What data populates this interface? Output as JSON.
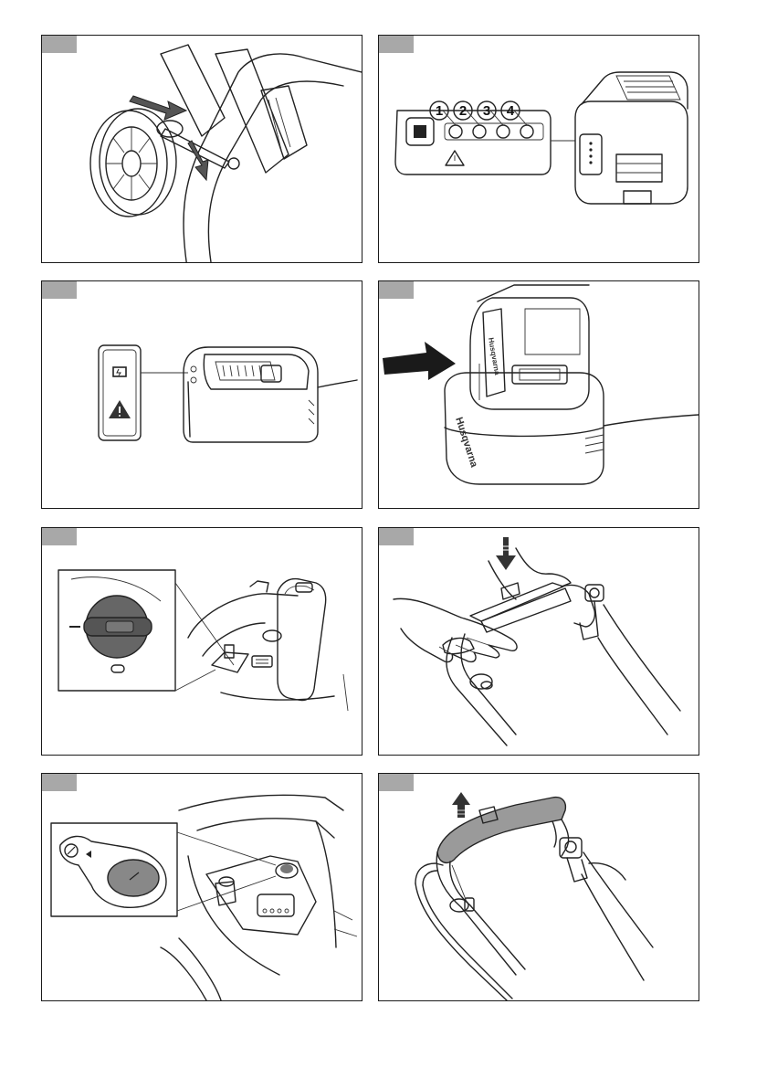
{
  "panels": [
    {
      "id": "wheel-height-adjust",
      "icon": "wheel-lever-icon"
    },
    {
      "id": "battery-indicator",
      "icon": "battery-status-icon",
      "indicator_numbers": [
        "1",
        "2",
        "3",
        "4"
      ]
    },
    {
      "id": "charger-indicator",
      "icon": "charger-icon"
    },
    {
      "id": "battery-insert-charger",
      "icon": "insert-arrow-icon",
      "brand": "Husqvarna"
    },
    {
      "id": "safety-key-knob",
      "icon": "key-knob-icon"
    },
    {
      "id": "handle-press",
      "icon": "press-arrow-icon"
    },
    {
      "id": "start-button",
      "icon": "start-button-icon"
    },
    {
      "id": "handle-lift",
      "icon": "lift-arrow-icon"
    }
  ],
  "colors": {
    "tag": "#a8a8a8",
    "border": "#1a1a1a",
    "line": "#222222",
    "handle_gray": "#9a9a9a"
  }
}
